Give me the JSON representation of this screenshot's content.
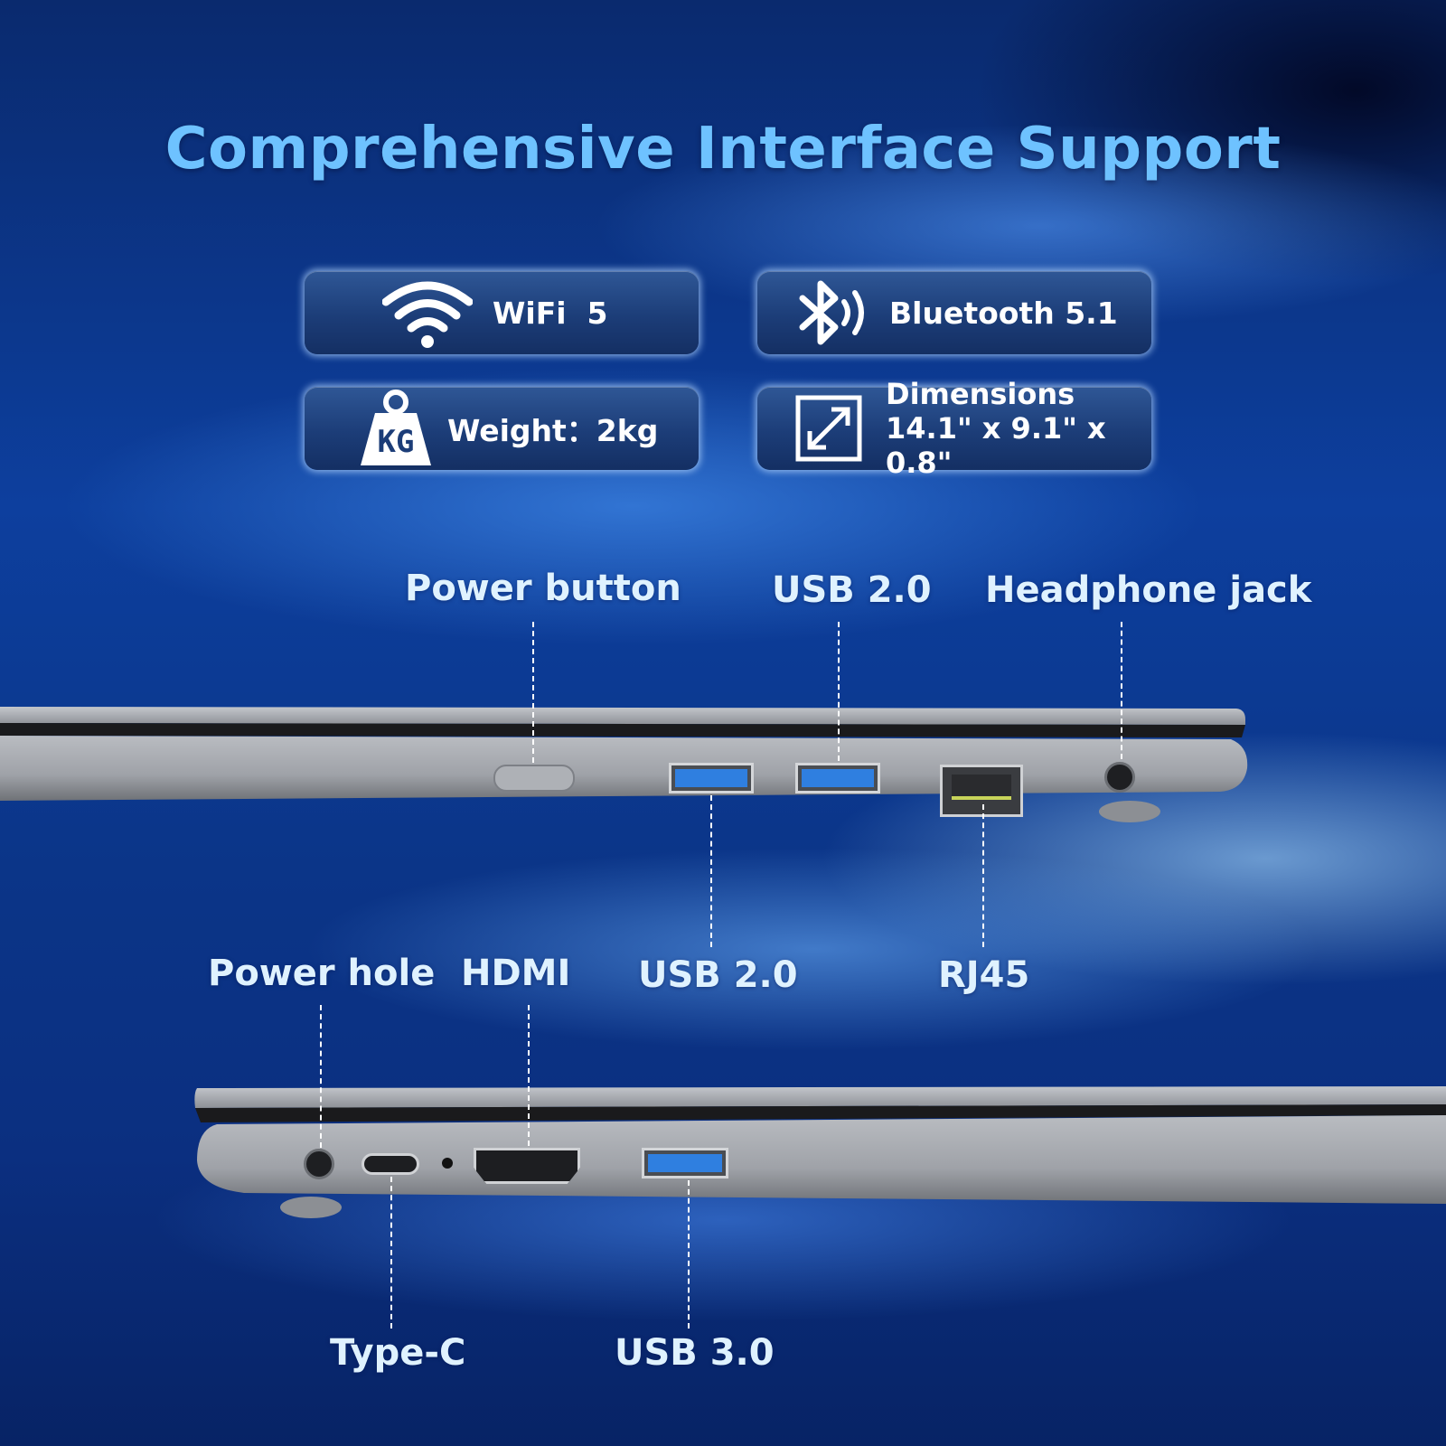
{
  "title": "Comprehensive Interface Support",
  "badges": {
    "wifi": {
      "label": "WiFi  5",
      "icon": "wifi-icon"
    },
    "bluetooth": {
      "label": "Bluetooth 5.1",
      "icon": "bluetooth-icon"
    },
    "weight": {
      "label": "Weight：2kg",
      "icon": "weight-icon",
      "icon_text": "KG"
    },
    "dimensions": {
      "label": "Dimensions",
      "value": "14.1\" x 9.1\" x 0.8\"",
      "icon": "resize-icon"
    }
  },
  "right_side_ports": {
    "top_labels": [
      "Power button",
      "USB 2.0",
      "Headphone jack"
    ],
    "bottom_labels": [
      "USB 2.0",
      "RJ45"
    ]
  },
  "left_side_ports": {
    "top_labels": [
      "Power hole",
      "HDMI"
    ],
    "bottom_labels": [
      "Type-C",
      "USB 3.0"
    ]
  },
  "colors": {
    "title": "#6ec2ff",
    "badge_bg": "#1c3d78",
    "label": "#dff2ff",
    "usb_blue": "#2f7fe0",
    "laptop_silver": "#9a9da3"
  }
}
